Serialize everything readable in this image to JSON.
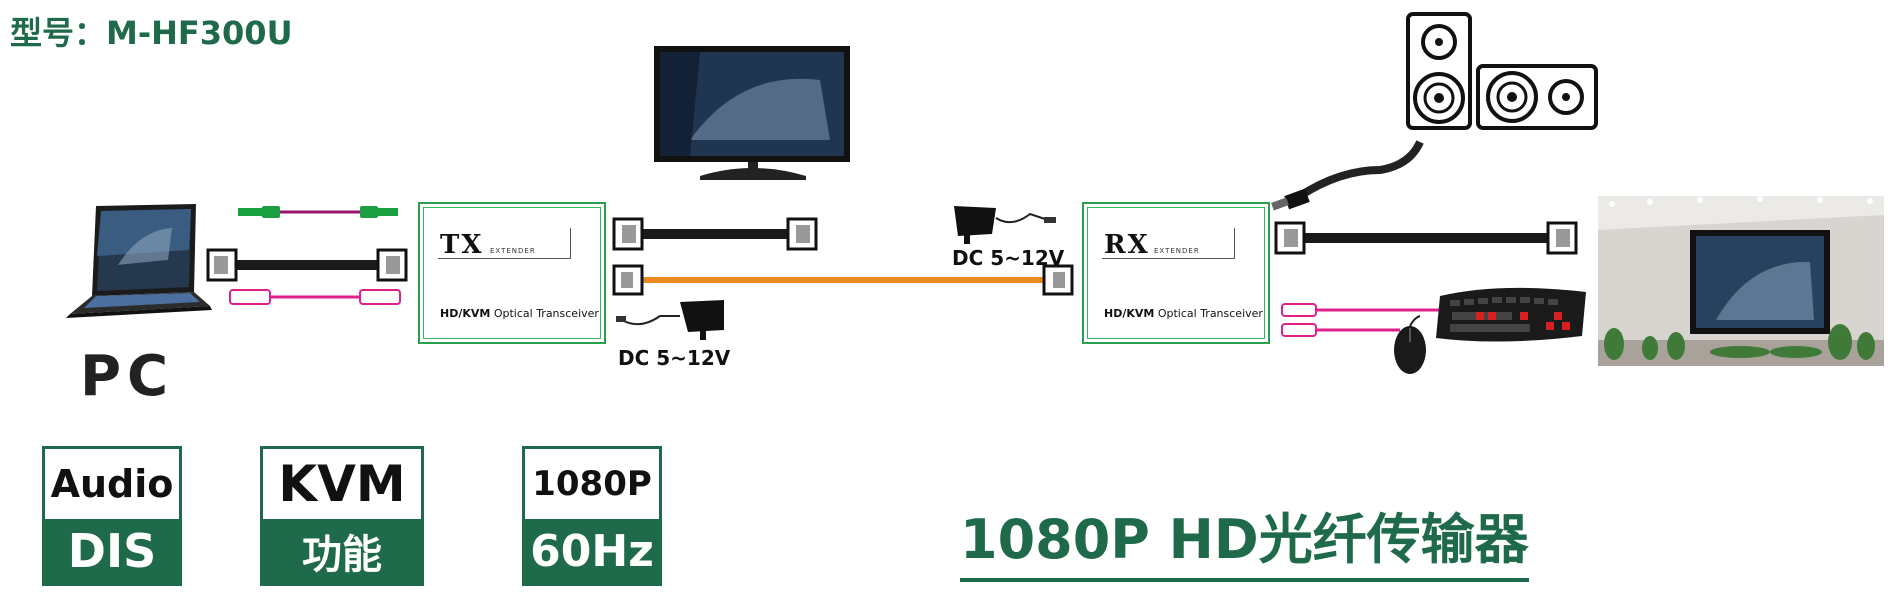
{
  "model_label": "型号：M-HF300U",
  "pc_label": "PC",
  "tx": {
    "logo": "TX",
    "extender": "EXTENDER",
    "subtitle_bold": "HD/KVM",
    "subtitle_rest": "Optical Transceiver"
  },
  "rx": {
    "logo": "RX",
    "extender": "EXTENDER",
    "subtitle_bold": "HD/KVM",
    "subtitle_rest": "Optical Transceiver"
  },
  "dc_left": "DC 5~12V",
  "dc_right": "DC 5~12V",
  "badges": [
    {
      "top": "Audio",
      "bottom": "DIS"
    },
    {
      "top": "KVM",
      "bottom": "功能"
    },
    {
      "top": "1080P",
      "bottom": "60Hz"
    }
  ],
  "product_title": "1080P HD光纤传输器",
  "colors": {
    "brand_green": "#1e6a4a",
    "box_border": "#2aa04a",
    "fiber_orange": "#e98a1c",
    "usb_magenta": "#e0208a",
    "audio_green": "#1aa040"
  }
}
